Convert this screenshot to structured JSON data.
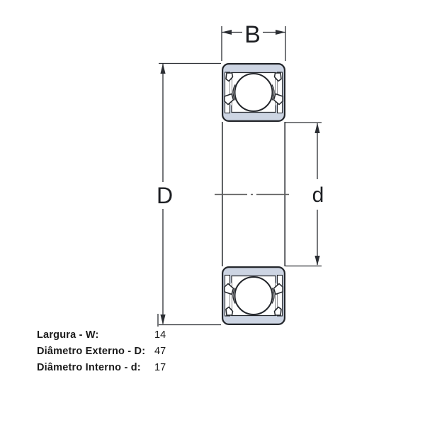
{
  "figure": {
    "name": "ball-bearing-cross-section",
    "dimensions": {
      "width_label": "B",
      "outer_diameter_label": "D",
      "inner_diameter_label": "d"
    },
    "colors": {
      "bearing_fill": "#cdd5e3",
      "line": "#2b2e33",
      "centerline": "#606060"
    }
  },
  "specs": [
    {
      "label": "Largura - W:",
      "value": "14"
    },
    {
      "label": "Diâmetro Externo - D:",
      "value": "47"
    },
    {
      "label": "Diâmetro Interno - d:",
      "value": "17"
    }
  ]
}
